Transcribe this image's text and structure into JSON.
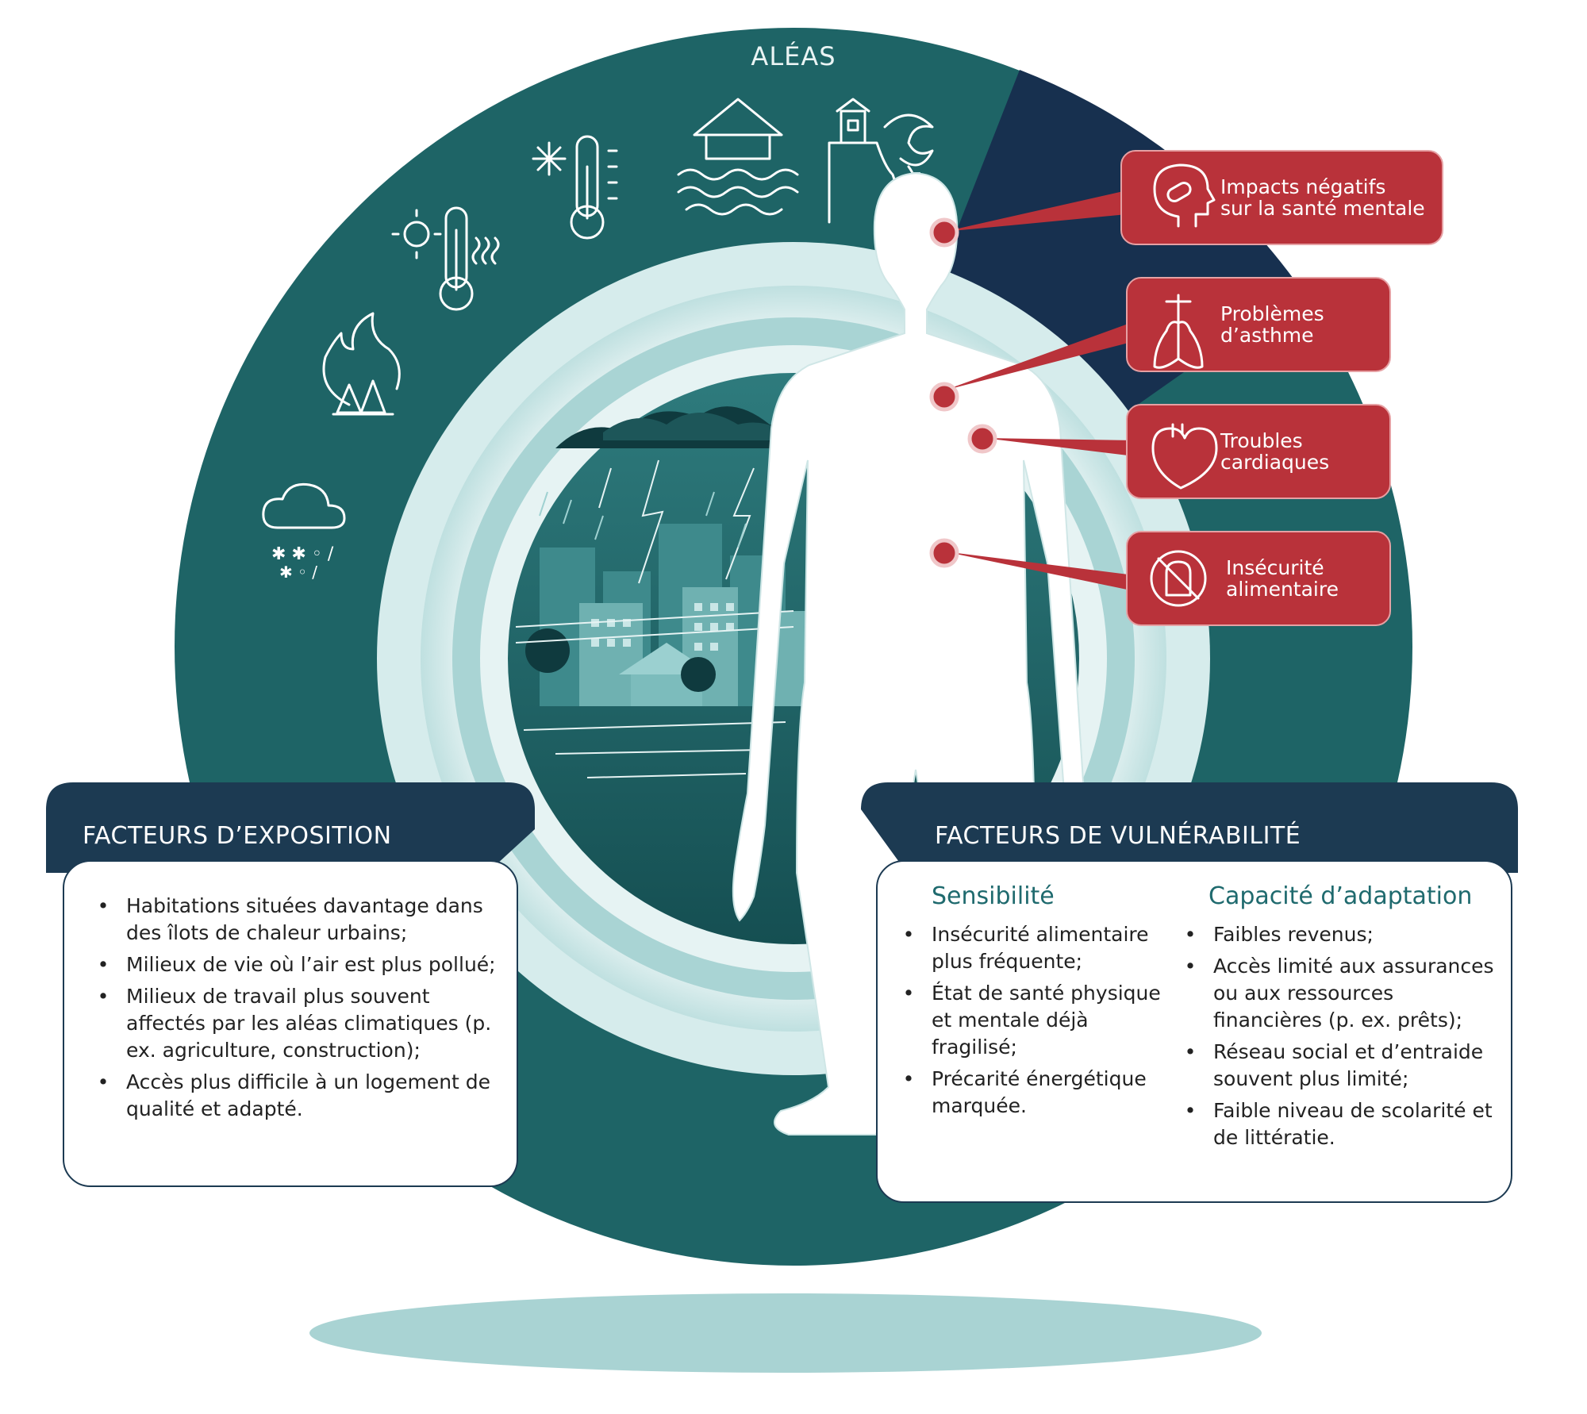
{
  "aleas": {
    "title": "ALÉAS"
  },
  "hazard_icons": [
    {
      "icon": "snow-cloud-icon"
    },
    {
      "icon": "wildfire-icon"
    },
    {
      "icon": "heat-thermometer-icon"
    },
    {
      "icon": "cold-thermometer-icon"
    },
    {
      "icon": "flood-icon"
    },
    {
      "icon": "coastal-erosion-icon"
    }
  ],
  "impacts": [
    {
      "icon": "mental-health-head-icon",
      "line1": "Impacts négatifs",
      "line2": "sur la santé mentale"
    },
    {
      "icon": "lungs-icon",
      "line1": "Problèmes",
      "line2": "d’asthme"
    },
    {
      "icon": "heart-icon",
      "line1": "Troubles",
      "line2": "cardiaques"
    },
    {
      "icon": "no-bread-icon",
      "line1": "Insécurité",
      "line2": "alimentaire"
    }
  ],
  "exposition": {
    "title": "FACTEURS D’EXPOSITION",
    "items": [
      "Habitations situées davantage dans des îlots de chaleur urbains;",
      "Milieux de vie où l’air est plus pollué;",
      "Milieux de travail plus souvent affectés par les aléas climatiques (p. ex. agriculture, construction);",
      "Accès plus difficile à un logement de qualité et adapté."
    ]
  },
  "vulnerabilite": {
    "title": "FACTEURS DE VULNÉRABILITÉ",
    "sensibilite": {
      "title": "Sensibilité",
      "items": [
        "Insécurité alimentaire plus fréquente;",
        "État de santé physique et mentale déjà fragilisé;",
        "Précarité énergétique marquée."
      ]
    },
    "adaptation": {
      "title": "Capacité d’adaptation",
      "items": [
        "Faibles revenus;",
        "Accès limité aux assurances ou aux ressources financières (p. ex. prêts);",
        "Réseau social et d’entraide souvent plus limité;",
        "Faible niveau de scolarité et de littératie."
      ]
    }
  },
  "colors": {
    "ring": "#1e6466",
    "ring_dark": "#17304f",
    "inner_ring": "#d6ecec",
    "accent_red": "#b9323a",
    "panel_header": "#1c3a52",
    "shadow": "#a9d3d3"
  }
}
